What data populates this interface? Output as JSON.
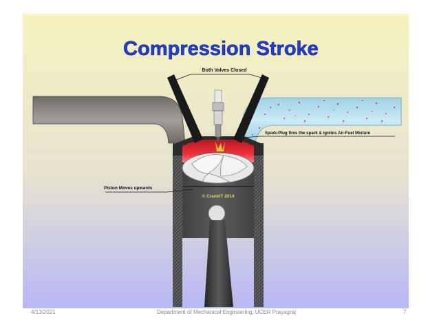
{
  "diagram": {
    "title": "Compression Stroke",
    "labels": {
      "valves": "Both Valves Closed",
      "spark": "Spark-Plug fires the spark & ignites Air-Fuel Mixture",
      "piston": "Piston Moves upwards",
      "copyright": "© CrankIT 2014"
    }
  },
  "footer": {
    "date": "4/13/2021",
    "department": "Department of Mechanical Engineering, UCER Prayagraj",
    "page": "7"
  },
  "colors": {
    "title": "#1f3fd0",
    "bg_top": "#f6f3bf",
    "bg_bottom": "#b6b8f6",
    "exhaust_port": "#8a8782",
    "intake_port": "#a8d8ec",
    "cylinder": "#545454",
    "combustion": "#e8303a",
    "copyright": "#d8d868"
  }
}
